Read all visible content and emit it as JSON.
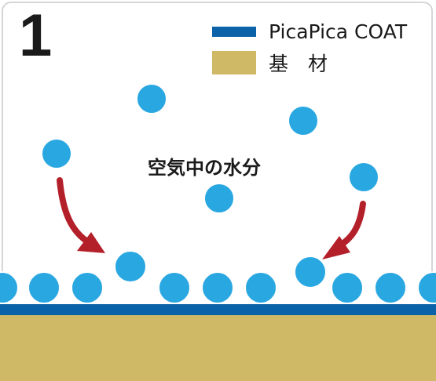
{
  "step": {
    "number": "1"
  },
  "legend": [
    {
      "label": "PicaPica COAT",
      "color": "#0a62a9"
    },
    {
      "label": "基　材",
      "color": "#cfb866"
    }
  ],
  "caption": "空気中の水分",
  "colors": {
    "droplet": "#29a7e1",
    "arrow": "#b3202a",
    "coat_layer": "#0a62a9",
    "substrate": "#cfb866",
    "frame": "#d6d6d6"
  },
  "icons": {
    "droplet": "water-droplet-icon",
    "arrow": "curved-arrow-icon"
  }
}
